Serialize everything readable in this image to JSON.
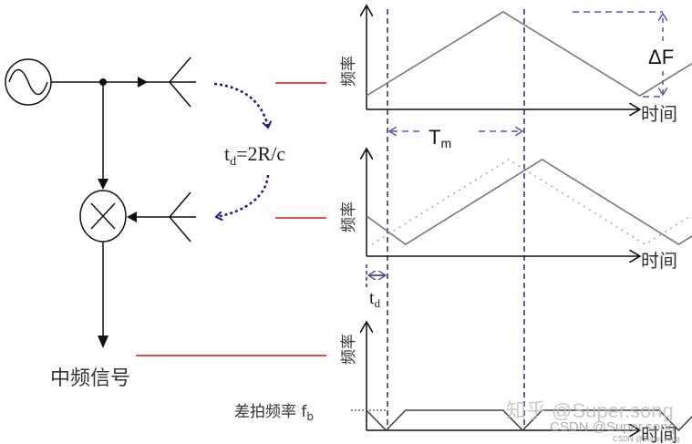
{
  "title": "FMCW radar principle: triangular frequency modulation and beat frequency",
  "colors": {
    "line": "#111111",
    "waveform": "#777777",
    "delayed_reference": "#aaaaaa",
    "guide_dashed": "#2a2a7a",
    "annotation_dashed": "#5555bb",
    "signal_arc": "#1a1a8a",
    "connector_red": "#e05050",
    "text": "#333333"
  },
  "block_diagram": {
    "oscillator": "sine-oscillator-icon",
    "splitter": "junction-dot-icon",
    "tx_antenna": "antenna-icon",
    "rx_antenna": "antenna-icon",
    "mixer": "mixer-multiply-icon",
    "delay_label": {
      "main": "t",
      "sub": "d",
      "rest": "=2R/c"
    },
    "output_label": "中频信号"
  },
  "chart_data": [
    {
      "type": "line",
      "name": "transmitted-signal",
      "title": "",
      "xlabel": "时间",
      "ylabel": "频率",
      "x": [
        0,
        1.4,
        2.8,
        4.2,
        5.6,
        7.0
      ],
      "series": [
        {
          "name": "transmit",
          "values": [
            0.1,
            1.0,
            0.1,
            1.0,
            0.1,
            0.1
          ],
          "x_override": [
            0,
            1.4,
            2.8,
            4.2,
            5.6,
            6.0
          ]
        }
      ],
      "annotations": [
        {
          "label": "ΔF",
          "meaning": "frequency sweep bandwidth"
        },
        {
          "label_main": "T",
          "label_sub": "m",
          "meaning": "modulation period"
        }
      ],
      "xlim": [
        0,
        7
      ],
      "ylim": [
        0,
        1.15
      ]
    },
    {
      "type": "line",
      "name": "received-signal",
      "xlabel": "时间",
      "ylabel": "频率",
      "series": [
        {
          "name": "received",
          "style": "solid",
          "x": [
            0,
            0.4,
            1.8,
            3.2,
            4.6,
            6.0
          ],
          "values": [
            0.4,
            0.1,
            1.0,
            0.1,
            1.0,
            0.1
          ]
        },
        {
          "name": "transmitted (reference)",
          "style": "dotted",
          "x": [
            0,
            1.4,
            2.8,
            4.2,
            5.6
          ],
          "values": [
            0.1,
            1.0,
            0.1,
            1.0,
            0.1
          ]
        }
      ],
      "annotations": [
        {
          "label_main": "t",
          "label_sub": "d",
          "meaning": "round-trip delay"
        }
      ],
      "xlim": [
        0,
        7
      ],
      "ylim": [
        0,
        1.15
      ]
    },
    {
      "type": "line",
      "name": "beat-frequency",
      "xlabel": "时间",
      "ylabel": "频率",
      "series": [
        {
          "name": "beat",
          "style": "solid",
          "x": [
            0,
            0.2,
            0.4,
            1.4,
            1.6,
            1.8,
            3.0,
            3.2,
            3.4,
            4.3
          ],
          "values": [
            1,
            0,
            1,
            1,
            0,
            1,
            1,
            0,
            1,
            1
          ]
        }
      ],
      "level_label": {
        "main": "差拍频率 f",
        "sub": "b"
      },
      "xlim": [
        0,
        7
      ],
      "ylim": [
        0,
        1.3
      ]
    }
  ],
  "axis_labels": {
    "time": "时间",
    "frequency": "频率"
  },
  "watermarks": [
    "知乎 @Super.song",
    "CSDN @Super.song",
    "CSDN @Super.song"
  ]
}
